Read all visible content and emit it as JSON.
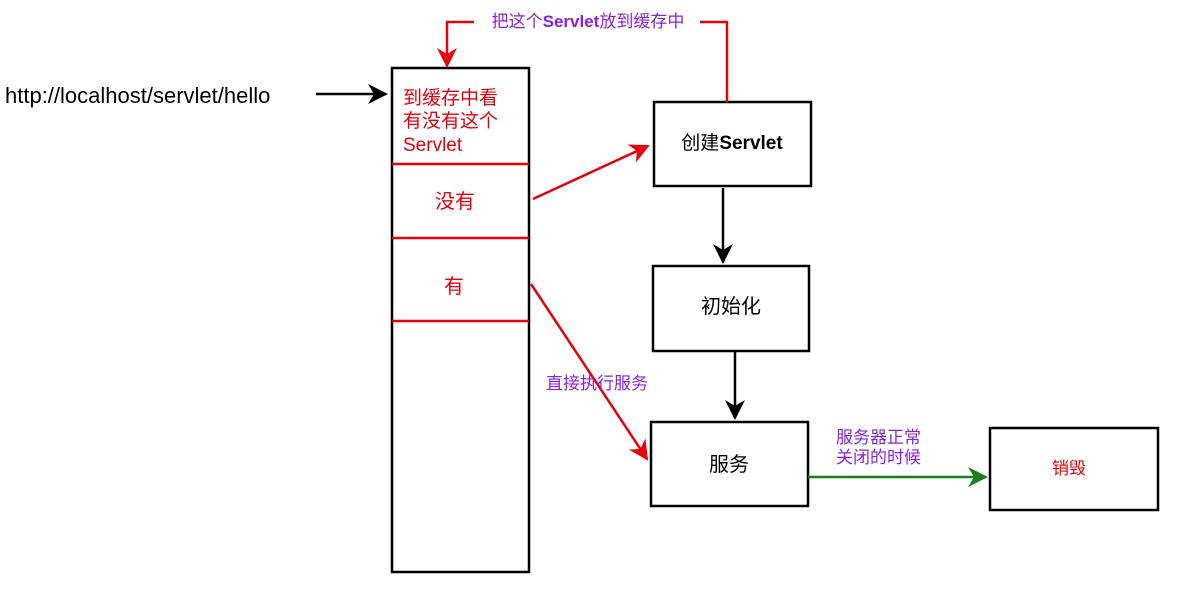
{
  "request": {
    "url": "http://localhost/servlet/hello"
  },
  "cache_column": {
    "header_lines": [
      "到缓存中看",
      "有没有这个",
      "Servlet"
    ],
    "no_label": "没有",
    "yes_label": "有"
  },
  "steps": {
    "create_prefix": "创建",
    "create_suffix": "Servlet",
    "init": "初始化",
    "service": "服务",
    "destroy": "销毁"
  },
  "edge_labels": {
    "put_cache_prefix": "把这个",
    "put_cache_bold": "Servlet",
    "put_cache_suffix": "放到缓存中",
    "direct_service": "直接执行服务",
    "shutdown_line1": "服务器正常",
    "shutdown_line2": "关闭的时候"
  },
  "colors": {
    "black": "#000000",
    "red": "#e8000b",
    "purple": "#8b1ee6",
    "green": "#1a7f1a"
  }
}
